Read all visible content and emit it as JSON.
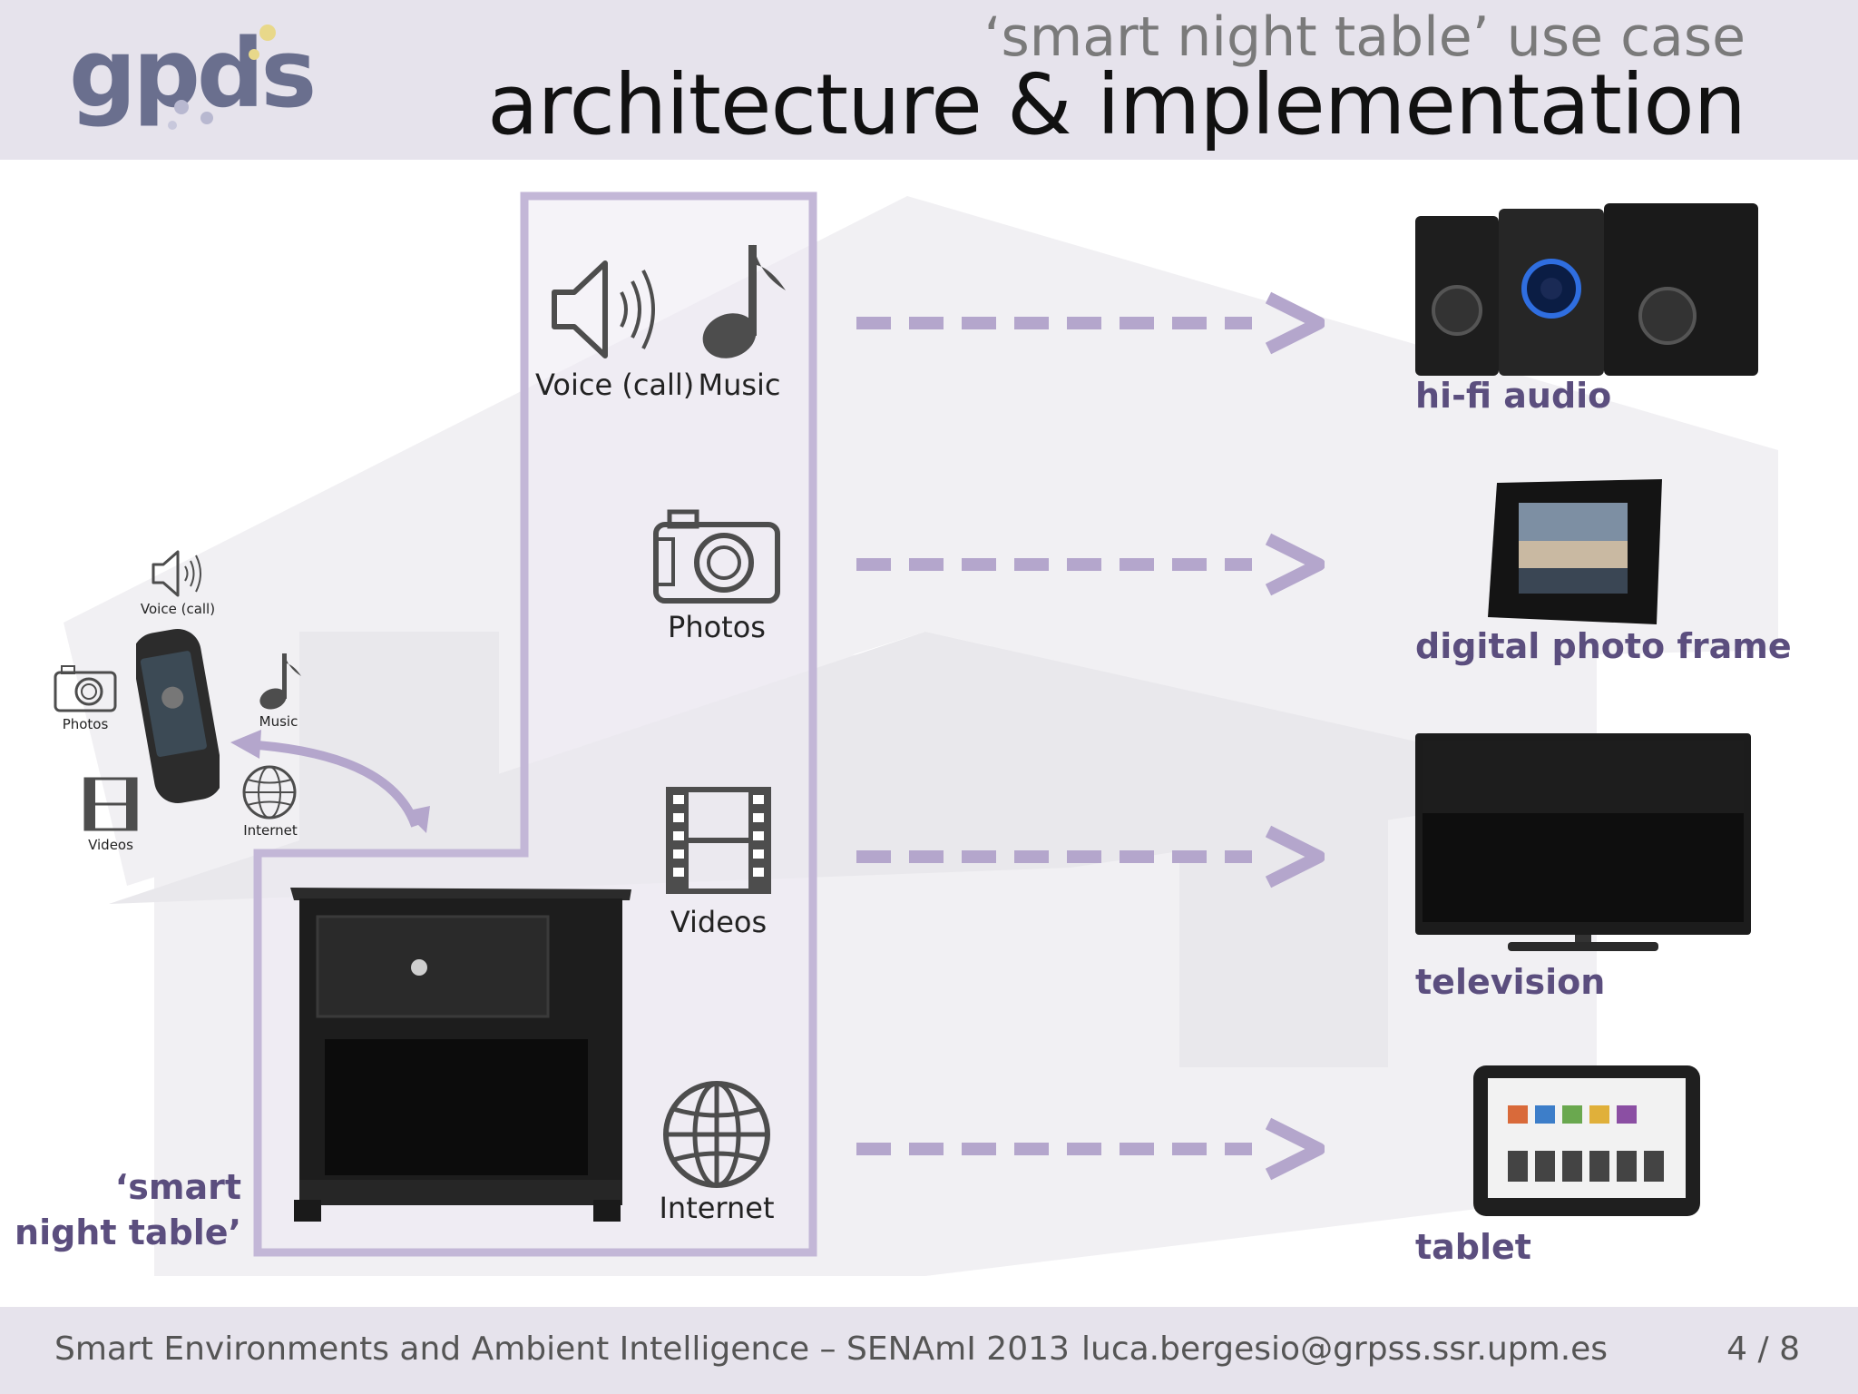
{
  "header": {
    "logo_text": "gpds",
    "subtitle": "‘smart night table’ use case",
    "title": "architecture & implementation"
  },
  "services": {
    "voice": "Voice (call)",
    "music": "Music",
    "photos": "Photos",
    "videos": "Videos",
    "internet": "Internet"
  },
  "phone": {
    "voice": "Voice (call)",
    "music": "Music",
    "photos": "Photos",
    "videos": "Videos",
    "internet": "Internet"
  },
  "smart_night_table": {
    "line1": "‘smart",
    "line2": "night table’"
  },
  "devices": {
    "hifi": "hi-fi audio",
    "frame": "digital photo frame",
    "tv": "television",
    "tablet": "tablet"
  },
  "footer": {
    "event": "Smart Environments and Ambient Intelligence – SENAmI 2013",
    "email": "luca.bergesio@grpss.ssr.upm.es",
    "page": "4 / 8"
  },
  "colors": {
    "accent_lavender": "#b4a6cc",
    "label_purple": "#5b4e7e",
    "header_bg": "#e6e3ec"
  }
}
